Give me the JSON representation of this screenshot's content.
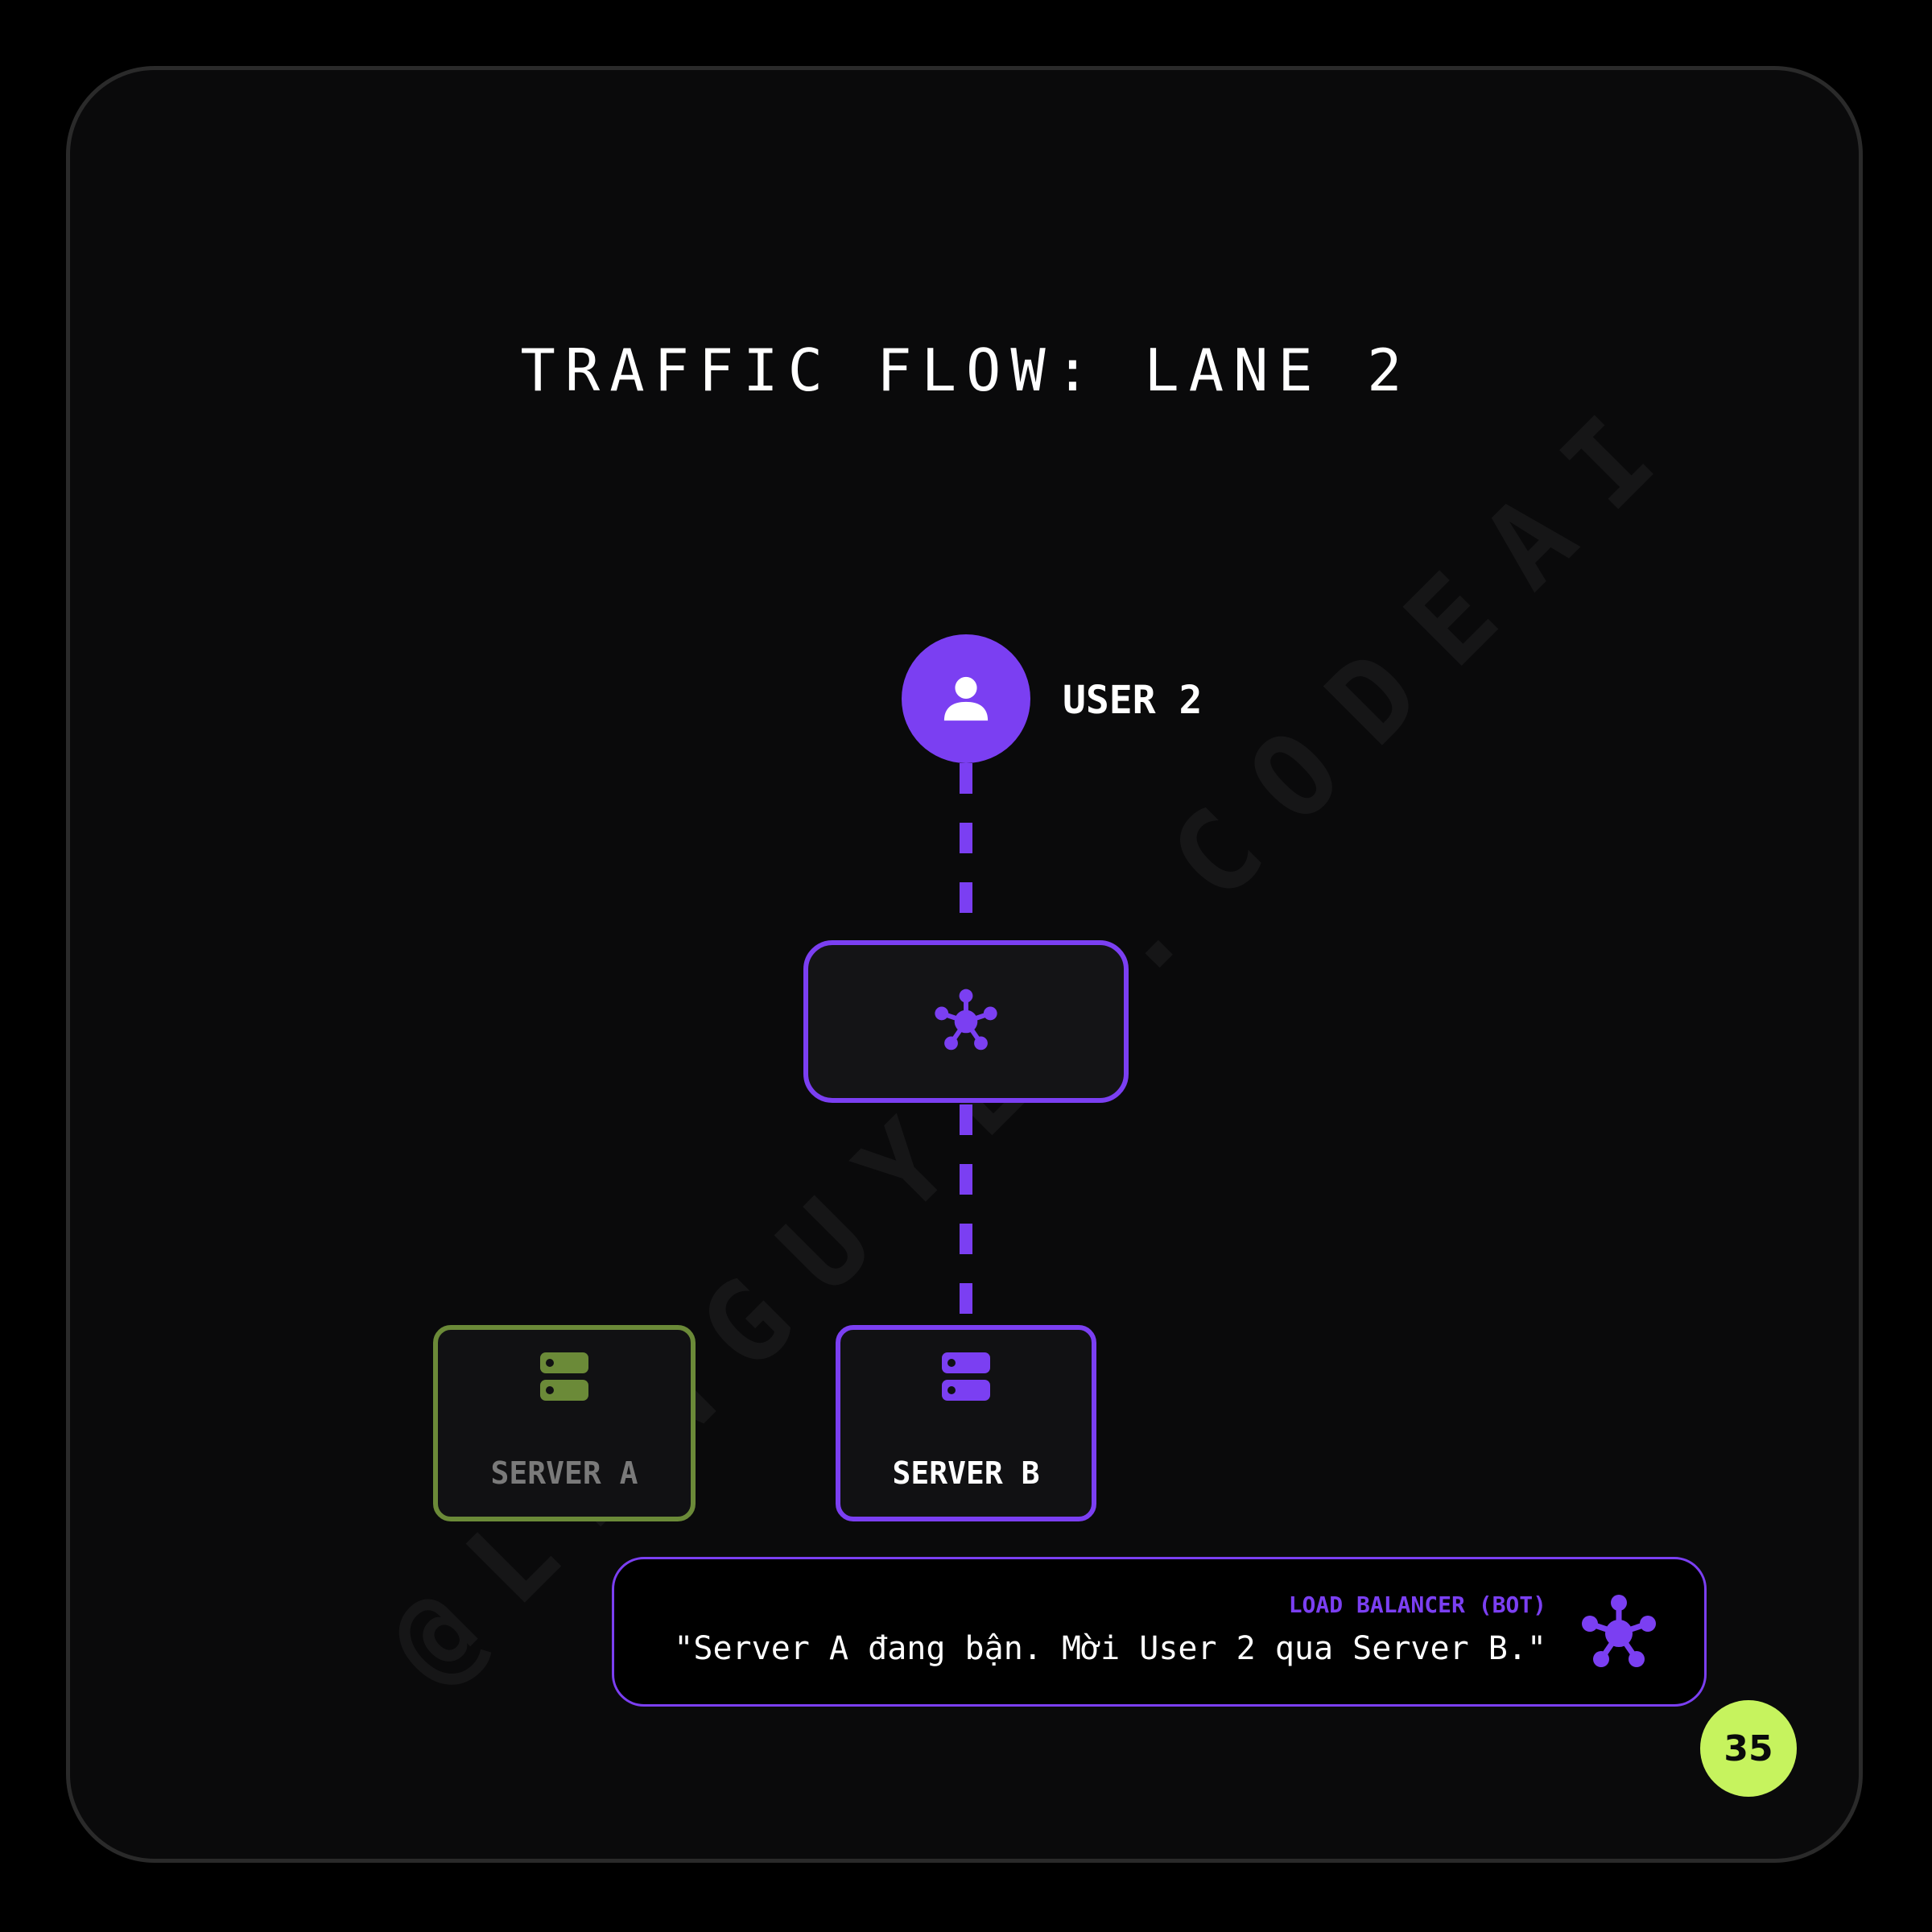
{
  "title": "TRAFFIC FLOW: LANE 2",
  "watermark": "@LENGUYEN.CODEAI",
  "user": {
    "label": "USER 2",
    "icon": "user-icon"
  },
  "load_balancer": {
    "icon": "network-hub-icon"
  },
  "servers": [
    {
      "label": "SERVER A",
      "icon": "server-icon",
      "color": "#6b8a38",
      "status": "inactive"
    },
    {
      "label": "SERVER B",
      "icon": "server-icon",
      "color": "#7b3ff2",
      "status": "active"
    }
  ],
  "message": {
    "speaker": "LOAD BALANCER (BOT)",
    "text": "\"Server A đang bận. Mời User 2 qua Server B.\"",
    "icon": "network-hub-icon"
  },
  "page_number": "35",
  "colors": {
    "accent": "#7b3ff2",
    "server_a": "#6b8a38",
    "badge": "#c6f35e",
    "background": "#0a0a0b"
  }
}
